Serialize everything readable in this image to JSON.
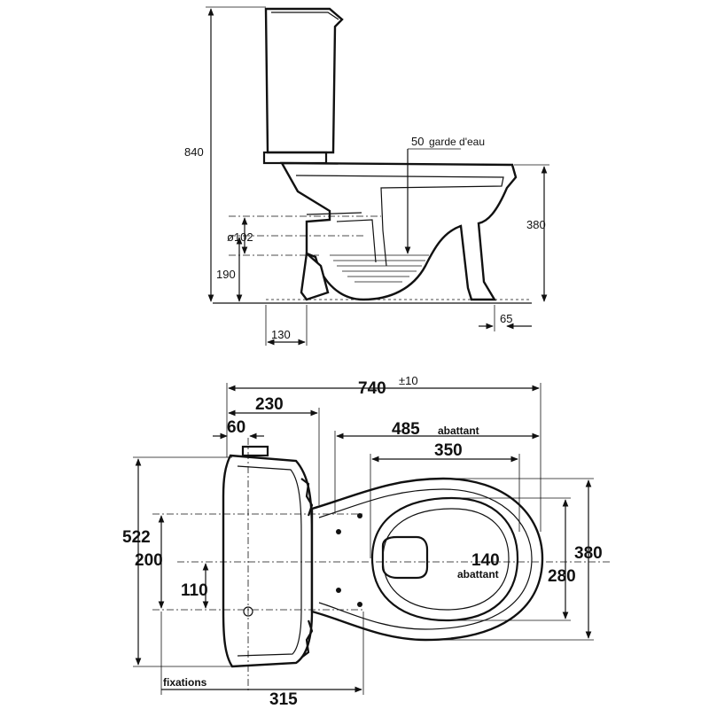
{
  "side_view": {
    "height_total": "840",
    "water_seal": "50",
    "water_seal_label": "garde d'eau",
    "bowl_height": "380",
    "outlet_diameter": "ø102",
    "outlet_height": "190",
    "outlet_offset": "130",
    "foot_offset": "65"
  },
  "top_view": {
    "length_total": "740",
    "length_tolerance": "±10",
    "tank_depth": "230",
    "inlet_offset": "60",
    "seat_length": "485",
    "seat_label": "abattant",
    "opening_length": "350",
    "width_total": "522",
    "fix_spacing": "200",
    "fix_offset": "110",
    "seat_width": "380",
    "opening_width": "280",
    "seat_inner_width": "140",
    "seat_inner_label": "abattant",
    "fixations_label": "fixations",
    "fixations_width": "315"
  }
}
